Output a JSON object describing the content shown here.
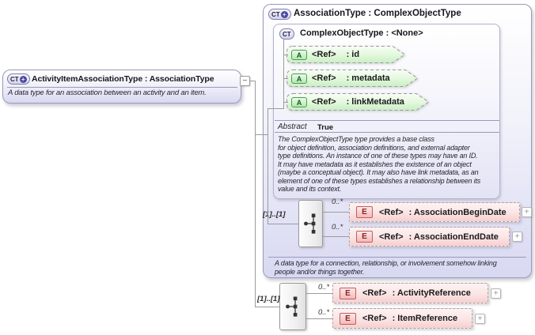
{
  "icons": {
    "plus": "+",
    "minus": "−",
    "expand": "+"
  },
  "diagram": {
    "activity_item_association": {
      "badge": "CT",
      "title": "ActivityItemAssociationType : AssociationType",
      "annotation": "A data type for an association between an activity and an item."
    },
    "association_type": {
      "badge": "CT",
      "title": "AssociationType : ComplexObjectType",
      "annotation": "A data type for a connection, relationship, or involvement somehow linking\npeople and/or things together.",
      "base": {
        "badge": "CT",
        "title": "ComplexObjectType : <None>",
        "attributes": [
          {
            "badge": "A",
            "ref": "<Ref>",
            "name": ": id"
          },
          {
            "badge": "A",
            "ref": "<Ref>",
            "name": ": metadata"
          },
          {
            "badge": "A",
            "ref": "<Ref>",
            "name": ": linkMetadata"
          }
        ],
        "abstract_label": "Abstract",
        "abstract_value": "True",
        "description": "The ComplexObjectType type provides a base class\nfor object definition, association definitions, and external adapter\ntype definitions. An instance of one of these types may have an ID.\nIt may have metadata as it establishes the existence of an object\n(maybe a conceptual object). It may also have link metadata, as an\nelement of one of these types establishes a relationship between its\nvalue and its context."
      },
      "extension": {
        "occurrence": "[1]..[1]",
        "elements": [
          {
            "occurrence": "0..*",
            "badge": "E",
            "ref": "<Ref>",
            "name": ": AssociationBeginDate"
          },
          {
            "occurrence": "0..*",
            "badge": "E",
            "ref": "<Ref>",
            "name": ": AssociationEndDate"
          }
        ]
      }
    },
    "local_extension": {
      "occurrence": "[1]..[1]",
      "elements": [
        {
          "occurrence": "0..*",
          "badge": "E",
          "ref": "<Ref>",
          "name": ": ActivityReference"
        },
        {
          "occurrence": "0..*",
          "badge": "E",
          "ref": "<Ref>",
          "name": ": ItemReference"
        }
      ]
    }
  }
}
